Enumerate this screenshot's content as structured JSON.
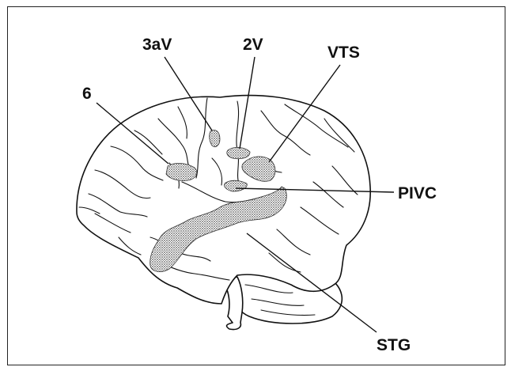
{
  "figure": {
    "labels": {
      "six": "6",
      "three_av": "3aV",
      "two_v": "2V",
      "vts": "VTS",
      "pivc": "PIVC",
      "stg": "STG"
    }
  },
  "colors": {
    "line": "#111111",
    "region_fill": "#9a9a9a",
    "background": "#ffffff"
  }
}
